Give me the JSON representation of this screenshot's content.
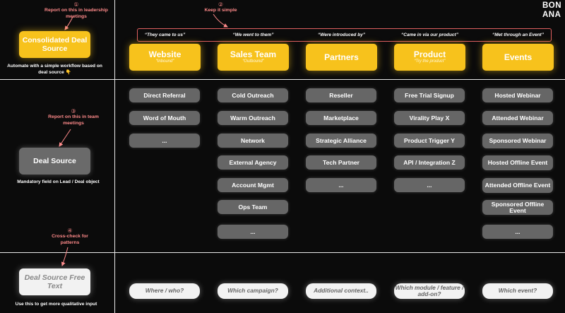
{
  "logo": {
    "line1": "BON",
    "line2": "ANA"
  },
  "annotations": [
    {
      "num": "①",
      "text": "Report on this in leadership meetings"
    },
    {
      "num": "②",
      "text": "Keep it simple"
    },
    {
      "num": "③",
      "text": "Report on this in team meetings"
    },
    {
      "num": "④",
      "text": "Cross-check for patterns"
    }
  ],
  "left": {
    "consolidated": {
      "label": "Consolidated Deal Source",
      "caption": "Automate with a simple workflow based on deal source 👇"
    },
    "deal_source": {
      "label": "Deal Source",
      "caption": "Mandatory field on Lead / Deal object"
    },
    "free_text": {
      "label": "Deal Source Free Text",
      "caption": "Use this to get more qualitative input"
    }
  },
  "columns": [
    {
      "quote": "“They came to us”",
      "label": "Website",
      "sub": "“Inbound”",
      "items": [
        "Direct Referral",
        "Word of Mouth",
        "..."
      ],
      "free_text": "Where / who?"
    },
    {
      "quote": "“We went to them”",
      "label": "Sales Team",
      "sub": "“Outbound”",
      "items": [
        "Cold Outreach",
        "Warm Outreach",
        "Network",
        "External Agency",
        "Account Mgmt",
        "Ops Team",
        "..."
      ],
      "free_text": "Which campaign?"
    },
    {
      "quote": "“Were introduced by”",
      "label": "Partners",
      "sub": "",
      "items": [
        "Reseller",
        "Marketplace",
        "Strategic Alliance",
        "Tech Partner",
        "..."
      ],
      "free_text": "Additional context.."
    },
    {
      "quote": "“Came in via our product”",
      "label": "Product",
      "sub": "“Try the product”",
      "items": [
        "Free Trial Signup",
        "Virality Play X",
        "Product Trigger Y",
        "API / Integration Z",
        "..."
      ],
      "free_text": "Which module / feature / add-on?"
    },
    {
      "quote": "“Met through an Event”",
      "label": "Events",
      "sub": "",
      "items": [
        "Hosted Webinar",
        "Attended Webinar",
        "Sponsored Webinar",
        "Hosted Offline Event",
        "Attended Offline Event",
        "Sponsored Offline Event",
        "..."
      ],
      "free_text": "Which event?"
    }
  ],
  "colors": {
    "accent": "#f7c21c",
    "annotation": "#ff8a8a",
    "chip": "#666666",
    "background": "#0b0b0b"
  }
}
